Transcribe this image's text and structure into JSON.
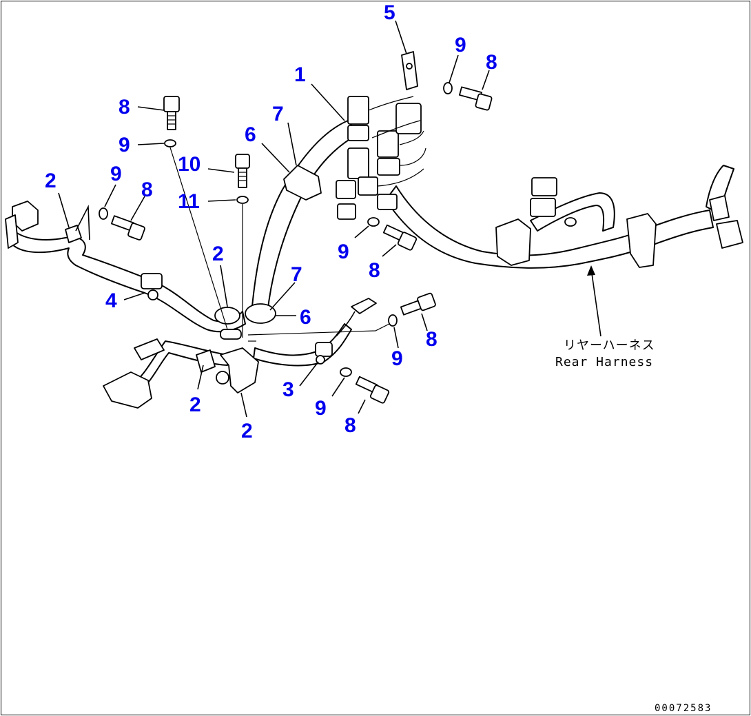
{
  "callouts": {
    "c1": "1",
    "c2": "2",
    "c3": "3",
    "c4": "4",
    "c5": "5",
    "c6": "6",
    "c7": "7",
    "c8": "8",
    "c9": "9",
    "c10": "10",
    "c11": "11"
  },
  "rear_harness_note": {
    "jp": "リヤーハーネス",
    "en": "Rear Harness"
  },
  "document_number": "00072583",
  "colors": {
    "callout": "#0000ee",
    "line": "#000000",
    "background": "#ffffff"
  }
}
